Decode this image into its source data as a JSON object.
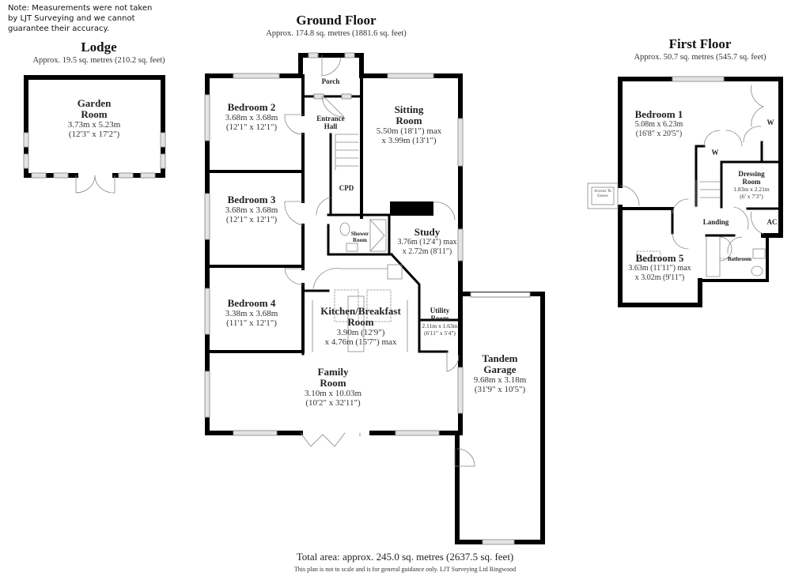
{
  "note": {
    "lines": [
      "Note: Measurements were not taken",
      "by LJT Surveying and we cannot",
      " guarantee their accuracy."
    ]
  },
  "floors": {
    "lodge": {
      "title": "Lodge",
      "area": "Approx. 19.5 sq. metres (210.2 sq. feet)"
    },
    "ground": {
      "title": "Ground Floor",
      "area": "Approx. 174.8 sq. metres (1881.6 sq. feet)"
    },
    "first": {
      "title": "First Floor",
      "area": "Approx. 50.7 sq. metres (545.7 sq. feet)"
    }
  },
  "rooms": {
    "garden_room": {
      "name1": "Garden",
      "name2": "Room",
      "dim1": "3.73m x 5.23m",
      "dim2": "(12'3\" x 17'2\")"
    },
    "bedroom2": {
      "name": "Bedroom 2",
      "dim1": "3.68m x 3.68m",
      "dim2": "(12'1\" x 12'1\")"
    },
    "porch": {
      "name": "Porch"
    },
    "entrance_hall": {
      "name1": "Entrance",
      "name2": "Hall"
    },
    "sitting_room": {
      "name1": "Sitting",
      "name2": "Room",
      "dim1": "5.50m (18'1\") max",
      "dim2": "x 3.99m (13'1\")"
    },
    "bedroom3": {
      "name": "Bedroom 3",
      "dim1": "3.68m x 3.68m",
      "dim2": "(12'1\" x 12'1\")"
    },
    "cpd": {
      "name": "CPD"
    },
    "shower_room": {
      "name1": "Shower",
      "name2": "Room"
    },
    "study": {
      "name": "Study",
      "dim1": "3.76m (12'4\") max",
      "dim2": "x 2.72m (8'11\")"
    },
    "bedroom4": {
      "name": "Bedroom 4",
      "dim1": "3.38m x 3.68m",
      "dim2": "(11'1\" x 12'1\")"
    },
    "kitchen": {
      "name1": "Kitchen/Breakfast",
      "name2": "Room",
      "dim1": "3.90m (12'9\")",
      "dim2": "x 4.76m (15'7\") max"
    },
    "utility": {
      "name1": "Utility",
      "name2": "Room",
      "dim1": "2.11m x 1.63m",
      "dim2": "(6'11\" x 5'4\")"
    },
    "family_room": {
      "name1": "Family",
      "name2": "Room",
      "dim1": "3.10m x 10.03m",
      "dim2": "(10'2\" x 32'11\")"
    },
    "garage": {
      "name1": "Tandem",
      "name2": "Garage",
      "dim1": "9.68m x 3.18m",
      "dim2": "(31'9\" x 10'5\")"
    },
    "bedroom1": {
      "name": "Bedroom 1",
      "dim1": "5.08m x 6.23m",
      "dim2": "(16'8\" x 20'5\")"
    },
    "wardrobe1": {
      "name": "W"
    },
    "wardrobe2": {
      "name": "W"
    },
    "dressing_room": {
      "name1": "Dressing",
      "name2": "Room",
      "dim1": "1.83m x 2.21m",
      "dim2": "(6' x 7'3\")"
    },
    "eaves": {
      "line1": "Access To",
      "line2": "Eaves"
    },
    "landing": {
      "name": "Landing"
    },
    "ac": {
      "name": "AC"
    },
    "bathroom": {
      "name": "Bathroom"
    },
    "bedroom5": {
      "name": "Bedroom 5",
      "dim1": "3.63m (11'11\") max",
      "dim2": "x 3.02m (9'11\")"
    }
  },
  "footer": {
    "total": "Total area: approx. 245.0 sq. metres (2637.5 sq. feet)",
    "disclaimer": "This plan is not to scale and is for general guidance only. LJT Surveying Ltd Ringwood"
  },
  "colors": {
    "wall": "#000000",
    "window": "#d8d8d8",
    "line": "#888888",
    "background": "#ffffff"
  }
}
